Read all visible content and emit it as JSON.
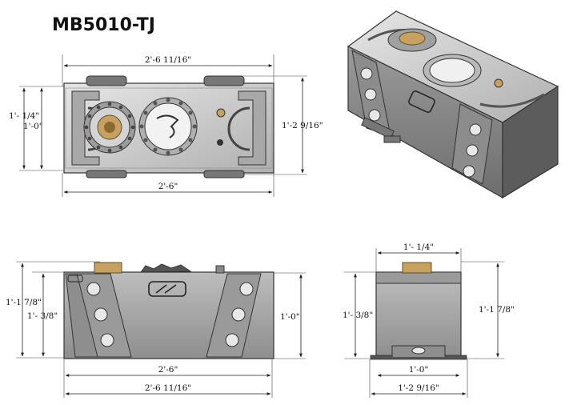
{
  "title": "MB5010-TJ",
  "dimensions": {
    "top_overall_width": "2'-6 11/16\"",
    "top_body_width": "2'-6\"",
    "top_outer_depth": "1'- 1/4\"",
    "top_inner_depth": "1'-0\"",
    "top_right_depth": "1'-2 9/16\"",
    "front_overall_height": "1'-1 7/8\"",
    "front_body_height": "1'- 3/8\"",
    "front_right_height": "1'-0\"",
    "front_body_width": "2'-6\"",
    "front_overall_width": "2'-6 11/16\"",
    "side_top_width": "1'- 1/4\"",
    "side_left_height": "1'- 3/8\"",
    "side_right_height": "1'-1 7/8\"",
    "side_body_width": "1'-0\"",
    "side_overall_width": "1'-2 9/16\""
  },
  "colors": {
    "steel_light": "#d8d8d8",
    "steel_mid": "#b5b5b5",
    "steel_dark": "#8a8a8a",
    "brass": "#c8a060",
    "ink": "#111111"
  }
}
